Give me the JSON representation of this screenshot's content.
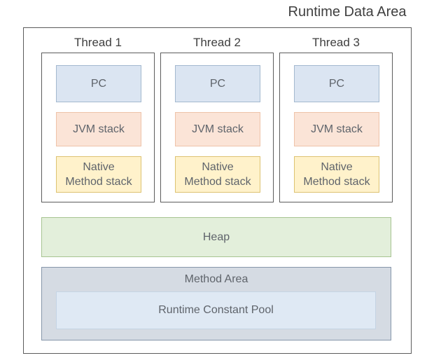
{
  "title": "Runtime Data Area",
  "threads": [
    {
      "label": "Thread 1",
      "pc_label": "PC",
      "jvm_stack_label": "JVM stack",
      "native_stack_label": "Native\nMethod stack"
    },
    {
      "label": "Thread 2",
      "pc_label": "PC",
      "jvm_stack_label": "JVM stack",
      "native_stack_label": "Native\nMethod stack"
    },
    {
      "label": "Thread 3",
      "pc_label": "PC",
      "jvm_stack_label": "JVM stack",
      "native_stack_label": "Native\nMethod stack"
    }
  ],
  "heap_label": "Heap",
  "method_area_label": "Method Area",
  "runtime_constant_pool_label": "Runtime Constant Pool",
  "colors": {
    "outline": "#5c5c5c",
    "heading_text": "#3f3f3f",
    "label_text": "#5f646b",
    "pc_fill": "#dbe5f2",
    "pc_border": "#a4b9cf",
    "jvm_fill": "#fbe4d7",
    "jvm_border": "#eec3a9",
    "native_fill": "#fff2cb",
    "native_border": "#ddc272",
    "heap_fill": "#e3efdb",
    "heap_border": "#a7c491",
    "method_fill": "#d5dbe3",
    "method_border": "#8696aa",
    "rcp_fill": "#dfe9f4",
    "rcp_border": "#c5d4e4"
  }
}
